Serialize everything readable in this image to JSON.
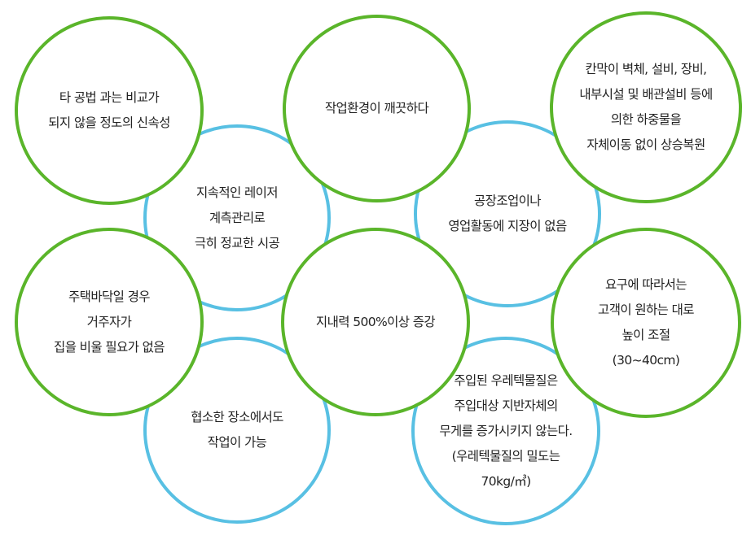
{
  "colors": {
    "green": "#5ab52a",
    "blue": "#58c0e3",
    "text": "#222222",
    "background": "#ffffff"
  },
  "circles": [
    {
      "id": "c1",
      "color": "green",
      "text": "타 공법 과는 비교가\n되지 않을 정도의 신속성"
    },
    {
      "id": "c2",
      "color": "green",
      "text": "작업환경이 깨끗하다"
    },
    {
      "id": "c3",
      "color": "green",
      "text": "칸막이 벽체, 설비, 장비,\n내부시설 및 배관설비 등에\n의한 하중물을\n자체이동 없이 상승복원"
    },
    {
      "id": "c4",
      "color": "blue",
      "text": "지속적인 레이저\n계측관리로\n극히 정교한 시공"
    },
    {
      "id": "c5",
      "color": "blue",
      "text": "공장조업이나\n영업활동에 지장이 없음"
    },
    {
      "id": "c6",
      "color": "green",
      "text": "주택바닥일 경우\n거주자가\n집을 비울 필요가 없음"
    },
    {
      "id": "c7",
      "color": "green",
      "text": "지내력 500%이상 증강"
    },
    {
      "id": "c8",
      "color": "green",
      "text": "요구에 따라서는\n고객이 원하는 대로\n높이 조절\n(30~40cm)"
    },
    {
      "id": "c9",
      "color": "blue",
      "text": "협소한 장소에서도\n작업이 가능"
    },
    {
      "id": "c10",
      "color": "blue",
      "text": "주입된 우레텍물질은\n주입대상 지반자체의\n무게를 증가시키지 않는다.\n(우레텍물질의 밀도는\n70kg/㎥)"
    }
  ]
}
